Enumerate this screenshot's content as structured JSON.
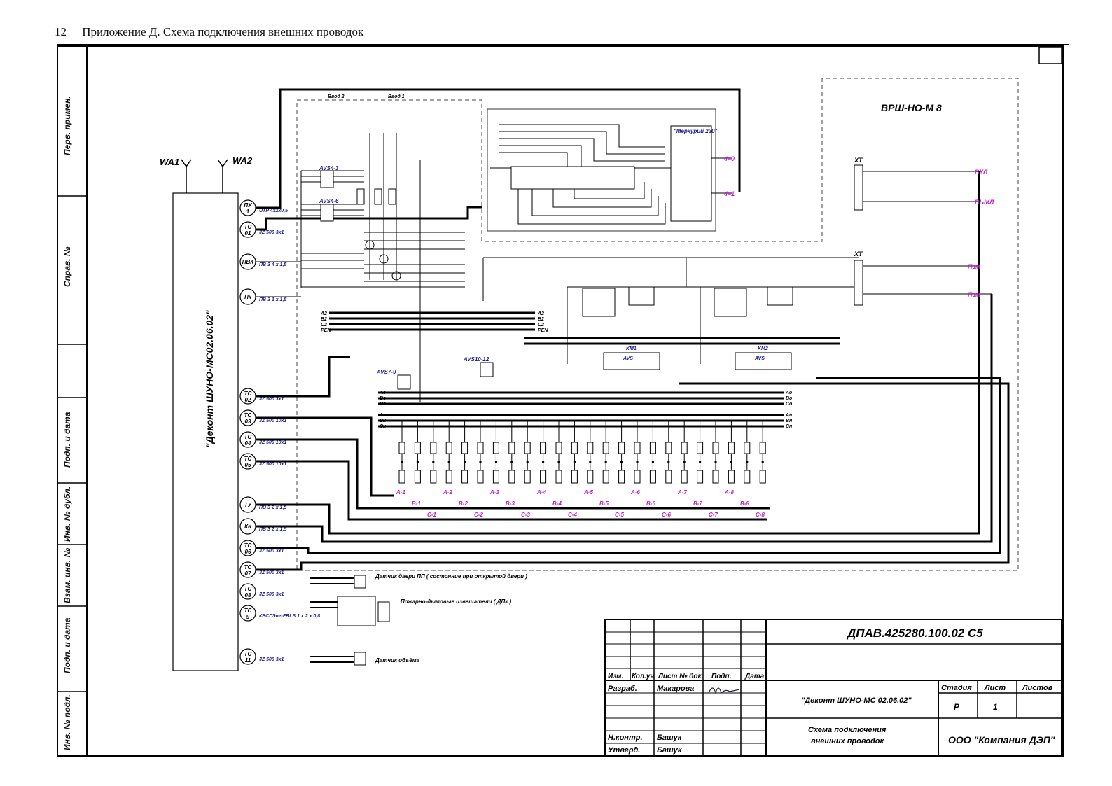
{
  "header": {
    "page_number": "12",
    "title": "Приложение Д.  Схема подключения внешних проводок"
  },
  "side_stamp": [
    "Перв. примен.",
    "Справ. №",
    "Подп. и дата",
    "Инв. № дубл.",
    "Взам. инв. №",
    "Подп. и дата",
    "Инв. № подл."
  ],
  "antennas": [
    "WA1",
    "WA2"
  ],
  "device_label": "\"Деконт ШУНО-МС02.06.02\"",
  "cabinet_label": "ВРШ-НО-М 8",
  "meter_label": "\"Меркурий 230\"",
  "connectors": [
    {
      "code": "ПУ 1",
      "cable": "UTP 4x2x0,5"
    },
    {
      "code": "ТС 01",
      "cable": "JZ 500 3x1"
    },
    {
      "code": "ПВК",
      "cable": "ПВ 3 4 x 1,5"
    },
    {
      "code": "Пк",
      "cable": "ПВ 3 1 x 1,5"
    },
    {
      "code": "ТС 02",
      "cable": "JZ 500 3x1"
    },
    {
      "code": "ТС 03",
      "cable": "JZ 500 10x1"
    },
    {
      "code": "ТС 04",
      "cable": "JZ 500 10x1"
    },
    {
      "code": "ТС 05",
      "cable": "JZ 500 10x1"
    },
    {
      "code": "ТУ",
      "cable": "ПВ 3 2 x 1,5"
    },
    {
      "code": "Кв",
      "cable": "ПВ 3 2 x 1,5"
    },
    {
      "code": "ТС 06",
      "cable": "JZ 500 3x1"
    },
    {
      "code": "ТС 07",
      "cable": "JZ 500 3x1"
    },
    {
      "code": "ТС 08",
      "cable": "JZ 500 3x1"
    },
    {
      "code": "ТС 9",
      "cable": "КВСГЭнг-FRLS 1 x 2 x 0,8"
    },
    {
      "code": "ТС 11",
      "cable": "JZ 500 3x1"
    }
  ],
  "sensors": [
    "Датчик двери ПП ( состояние при открытой двери )",
    "Пожарно-дымовые извещатели ( ДПк )",
    "Датчик объёма"
  ],
  "schematic_labels": {
    "inputs": [
      "Ввод 2",
      "Ввод 1"
    ],
    "breakers": [
      "AVS4-3",
      "AVS4-6",
      "AVS7-9",
      "AVS10-12",
      "AVS",
      "AVS"
    ],
    "contactors": [
      "KM1",
      "KM2"
    ],
    "buses_main": [
      "A2",
      "B2",
      "C2",
      "PEN"
    ],
    "buses_out": [
      "Ао",
      "Во",
      "Со",
      "Ан",
      "Вн",
      "Сн"
    ],
    "outputs_top": [
      "Ф-0",
      "Ф-1"
    ],
    "outputs_right": [
      "ХТ",
      "ХТ",
      "ВКЛ",
      "ВЫКЛ",
      "Пзм",
      "Пзм"
    ],
    "groups_a": [
      "А-1",
      "А-2",
      "А-3",
      "А-4",
      "А-5",
      "А-6",
      "А-7",
      "А-8"
    ],
    "groups_b": [
      "В-1",
      "В-2",
      "В-3",
      "В-4",
      "В-5",
      "В-6",
      "В-7",
      "В-8"
    ],
    "groups_c": [
      "С-1",
      "С-2",
      "С-3",
      "С-4",
      "С-5",
      "С-6",
      "С-7",
      "С-8"
    ]
  },
  "title_block": {
    "doc_code": "ДПАВ.425280.100.02 С5",
    "col_headers": [
      "Изм.",
      "Кол.уч",
      "Лист",
      "№ док.",
      "Подп.",
      "Дата"
    ],
    "rows": [
      {
        "role": "Разраб.",
        "name": "Макарова"
      },
      {
        "role": "Н.контр.",
        "name": "Башук"
      },
      {
        "role": "Утверд.",
        "name": "Башук"
      }
    ],
    "product": "\"Деконт ШУНО-МС 02.06.02\"",
    "drawing_title": "Схема подключения внешних проводок",
    "stage_headers": [
      "Стадия",
      "Лист",
      "Листов"
    ],
    "stage_values": [
      "Р",
      "1",
      ""
    ],
    "company": "ООО \"Компания ДЭП\""
  }
}
